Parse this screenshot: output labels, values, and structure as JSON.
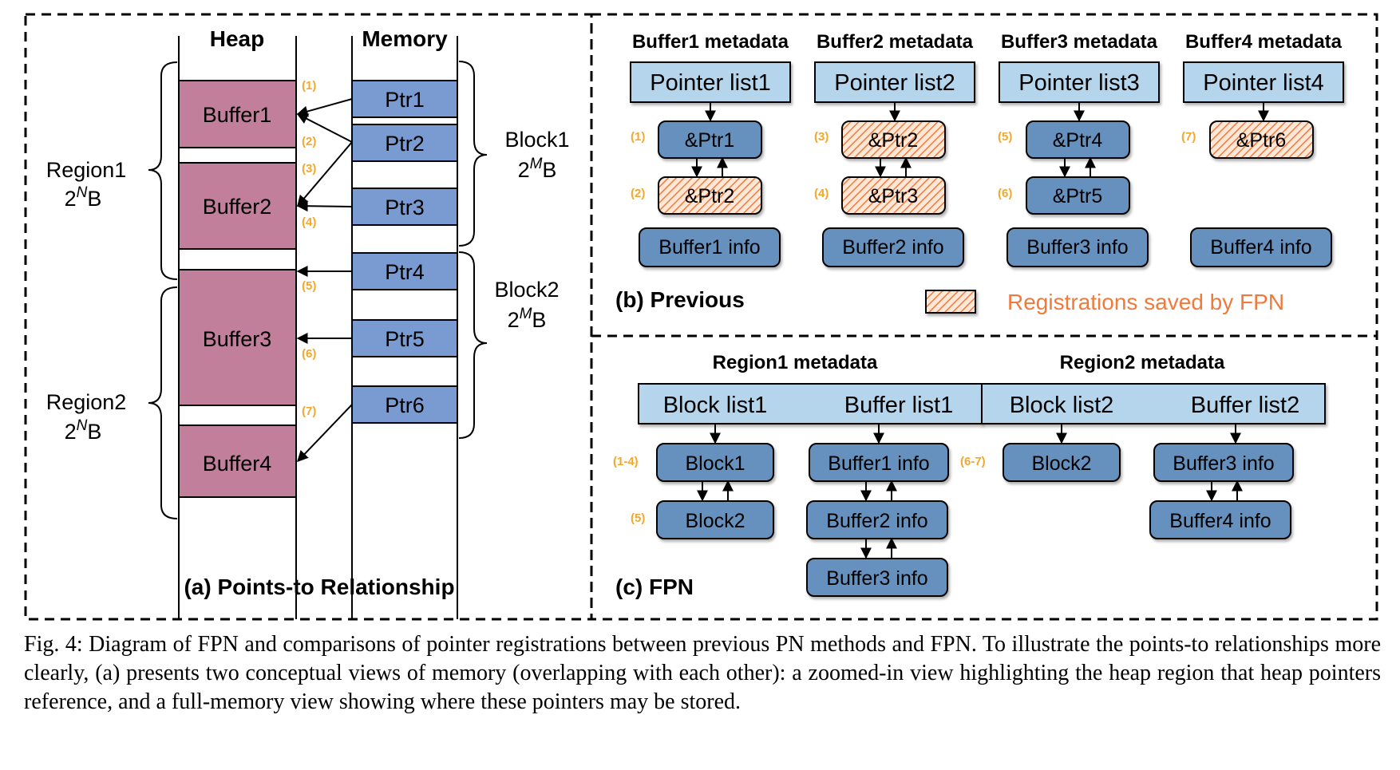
{
  "colors": {
    "buffer_fill": "#c27f9b",
    "ptr_fill": "#7a9bd1",
    "meta_fill": "#b4d5ec",
    "node_fill": "#6690bd",
    "hatch": "#f07a3c",
    "marker": "#f4a72b",
    "accent_text": "#f07a3c"
  },
  "panel_a": {
    "title": "(a) Points-to Relationship",
    "heap_header": "Heap",
    "memory_header": "Memory",
    "buffers": [
      "Buffer1",
      "Buffer2",
      "Buffer3",
      "Buffer4"
    ],
    "pointers": [
      "Ptr1",
      "Ptr2",
      "Ptr3",
      "Ptr4",
      "Ptr5",
      "Ptr6"
    ],
    "markers": [
      "(1)",
      "(2)",
      "(3)",
      "(4)",
      "(5)",
      "(6)",
      "(7)"
    ],
    "regions": [
      {
        "name": "Region1",
        "size_base": "2",
        "size_exp": "N",
        "size_unit": "B"
      },
      {
        "name": "Region2",
        "size_base": "2",
        "size_exp": "N",
        "size_unit": "B"
      }
    ],
    "blocks": [
      {
        "name": "Block1",
        "size_base": "2",
        "size_exp": "M",
        "size_unit": "B"
      },
      {
        "name": "Block2",
        "size_base": "2",
        "size_exp": "M",
        "size_unit": "B"
      }
    ]
  },
  "panel_b": {
    "title": "(b) Previous",
    "legend_label": "Registrations saved by FPN",
    "columns": [
      {
        "header": "Buffer1 metadata",
        "list": "Pointer list1",
        "nodes": [
          {
            "marker": "(1)",
            "label": "&Ptr1",
            "saved": false
          },
          {
            "marker": "(2)",
            "label": "&Ptr2",
            "saved": true
          }
        ],
        "info": "Buffer1 info"
      },
      {
        "header": "Buffer2 metadata",
        "list": "Pointer list2",
        "nodes": [
          {
            "marker": "(3)",
            "label": "&Ptr2",
            "saved": true
          },
          {
            "marker": "(4)",
            "label": "&Ptr3",
            "saved": true
          }
        ],
        "info": "Buffer2 info"
      },
      {
        "header": "Buffer3 metadata",
        "list": "Pointer list3",
        "nodes": [
          {
            "marker": "(5)",
            "label": "&Ptr4",
            "saved": false
          },
          {
            "marker": "(6)",
            "label": "&Ptr5",
            "saved": false
          }
        ],
        "info": "Buffer3 info"
      },
      {
        "header": "Buffer4 metadata",
        "list": "Pointer list4",
        "nodes": [
          {
            "marker": "(7)",
            "label": "&Ptr6",
            "saved": true
          }
        ],
        "info": "Buffer4 info"
      }
    ]
  },
  "panel_c": {
    "title": "(c) FPN",
    "region1_header": "Region1 metadata",
    "region2_header": "Region2 metadata",
    "lists": [
      "Block list1",
      "Buffer list1",
      "Block list2",
      "Buffer list2"
    ],
    "block_list1": {
      "markers": [
        "(1-4)",
        "(5)"
      ],
      "nodes": [
        "Block1",
        "Block2"
      ]
    },
    "buffer_list1": {
      "nodes": [
        "Buffer1 info",
        "Buffer2 info",
        "Buffer3 info"
      ]
    },
    "block_list2": {
      "markers": [
        "(6-7)"
      ],
      "nodes": [
        "Block2"
      ]
    },
    "buffer_list2": {
      "nodes": [
        "Buffer3 info",
        "Buffer4 info"
      ]
    }
  },
  "caption": "Fig. 4: Diagram of FPN and comparisons of pointer registrations between previous PN methods and FPN. To illustrate the points-to relationships more clearly, (a) presents two conceptual views of memory (overlapping with each other): a zoomed-in view highlighting the heap region that heap pointers reference, and a full-memory view showing where these pointers may be stored."
}
